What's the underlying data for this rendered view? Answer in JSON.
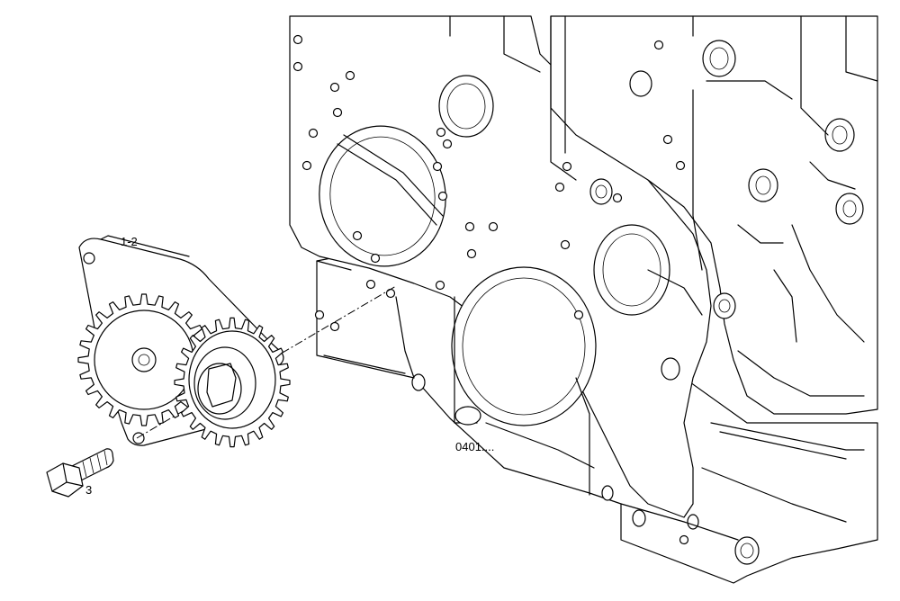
{
  "callouts": {
    "pump_assembly": "1-2",
    "bolt": "3",
    "block_ref": "0401...."
  }
}
